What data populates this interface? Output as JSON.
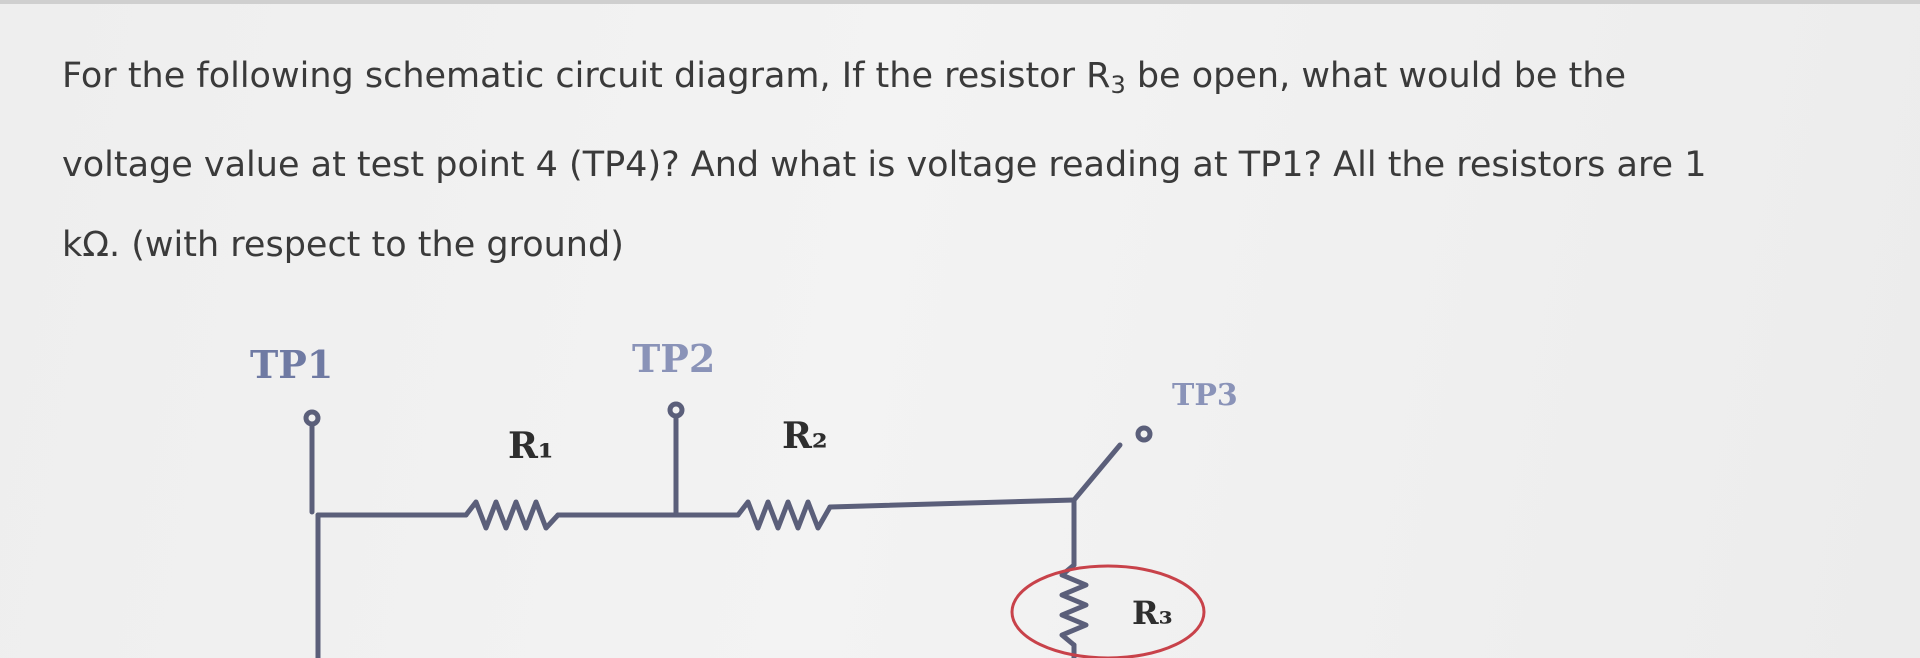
{
  "question": {
    "line1": "For the following schematic circuit diagram, If the resistor R",
    "r3_subscript": "3",
    "line1_end": " be open, what would be the",
    "line2": "voltage value at test point 4 (TP4)? And what is voltage reading at TP1? All the resistors are 1",
    "line3": "kΩ. (with respect to the ground)"
  },
  "diagram": {
    "tp1": "TP1",
    "tp2": "TP2",
    "tp3": "TP3",
    "r1": "R₁",
    "r2": "R₂",
    "r3": "R₃"
  },
  "colors": {
    "text": "#3a3a3a",
    "wire": "#5b5f7a",
    "tp_label": "#6f7aa3",
    "circle_mark": "#c8424a"
  }
}
